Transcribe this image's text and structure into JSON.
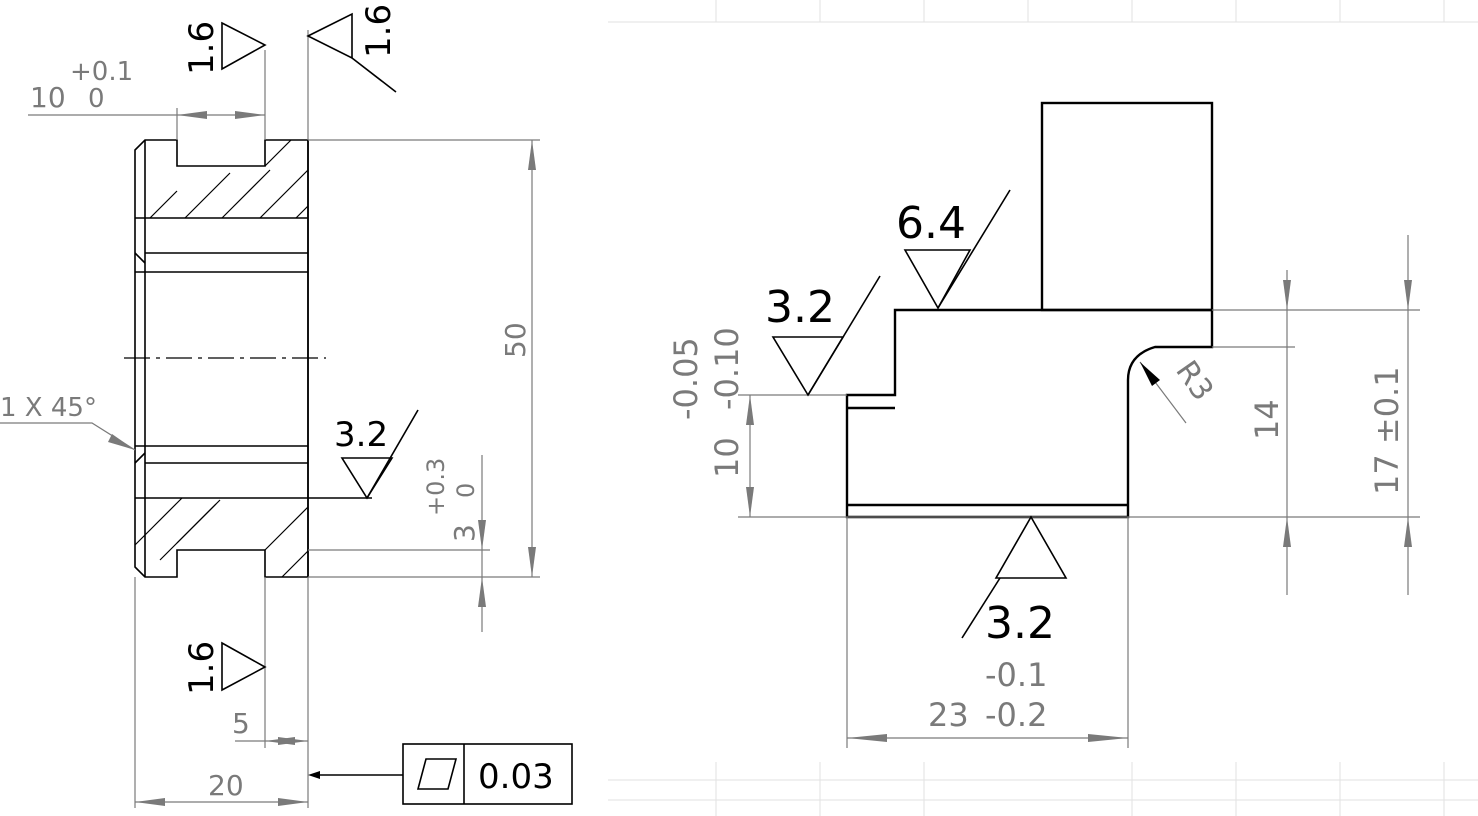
{
  "left_view": {
    "roughness_top_left": "1.6",
    "roughness_top_right": "1.6",
    "roughness_bottom": "1.6",
    "roughness_face": "3.2",
    "groove_width_dim": "10",
    "groove_width_upper_tol": "+0.1",
    "groove_width_lower_tol": "0",
    "height_dim": "50",
    "chamfer_note": "1 X 45°",
    "depth_dim": "3",
    "depth_upper_tol": "+0.3",
    "depth_lower_tol": "0",
    "step_dim": "5",
    "width_dim": "20",
    "flatness_tolerance": "0.03"
  },
  "right_view": {
    "roughness_top": "6.4",
    "roughness_left": "3.2",
    "roughness_bottom": "3.2",
    "radius_dim": "R3",
    "height_14_dim": "14",
    "height_17_dim": "17 ±0.1",
    "left_height_dim": "10",
    "left_height_upper_tol": "-0.05",
    "left_height_lower_tol": "-0.10",
    "width_dim": "23",
    "width_upper_tol": "-0.1",
    "width_lower_tol": "-0.2"
  }
}
